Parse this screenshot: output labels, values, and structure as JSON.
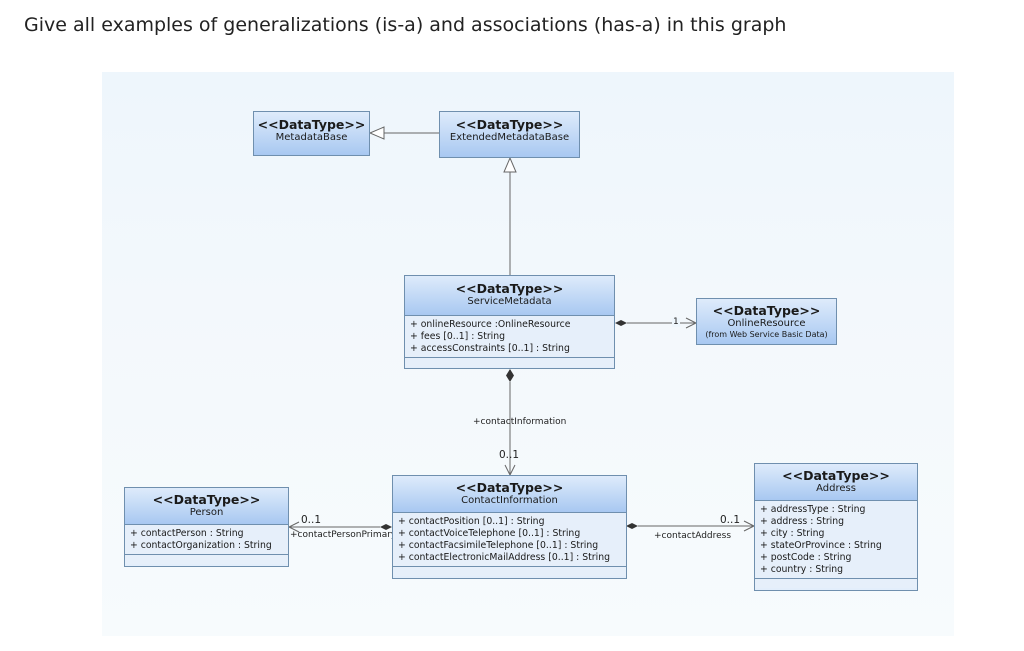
{
  "question": "Give all examples of generalizations (is-a) and associations (has-a) in this graph",
  "classes": {
    "metadata_base": {
      "stereotype": "<<DataType>>",
      "name": "MetadataBase"
    },
    "extended_metadata_base": {
      "stereotype": "<<DataType>>",
      "name": "ExtendedMetadataBase"
    },
    "service_metadata": {
      "stereotype": "<<DataType>>",
      "name": "ServiceMetadata",
      "attributes": [
        "+ onlineResource :OnlineResource",
        "+ fees [0..1] : String",
        "+ accessConstraints [0..1] : String"
      ]
    },
    "online_resource": {
      "stereotype": "<<DataType>>",
      "name": "OnlineResource",
      "note": "(from Web Service Basic Data)"
    },
    "contact_information": {
      "stereotype": "<<DataType>>",
      "name": "ContactInformation",
      "attributes": [
        "+ contactPosition [0..1] : String",
        "+ contactVoiceTelephone [0..1] : String",
        "+ contactFacsimileTelephone [0..1] : String",
        "+ contactElectronicMailAddress [0..1] : String"
      ]
    },
    "person": {
      "stereotype": "<<DataType>>",
      "name": "Person",
      "attributes": [
        "+ contactPerson : String",
        "+ contactOrganization : String"
      ]
    },
    "address": {
      "stereotype": "<<DataType>>",
      "name": "Address",
      "attributes": [
        "+ addressType : String",
        "+ address : String",
        "+ city : String",
        "+ stateOrProvince : String",
        "+ postCode : String",
        "+ country : String"
      ]
    }
  },
  "edge_labels": {
    "online_resource_mult": "1",
    "contact_information_role": "+contactInformation",
    "contact_information_mult": "0..1",
    "person_role": "+contactPersonPrimary",
    "person_mult": "0..1",
    "address_role": "+contactAddress",
    "address_mult": "0..1"
  },
  "colors": {
    "header_top": "#deebfb",
    "header_bottom": "#a8c8f1",
    "border": "#6f8fae",
    "canvas": "#eef6fc"
  }
}
